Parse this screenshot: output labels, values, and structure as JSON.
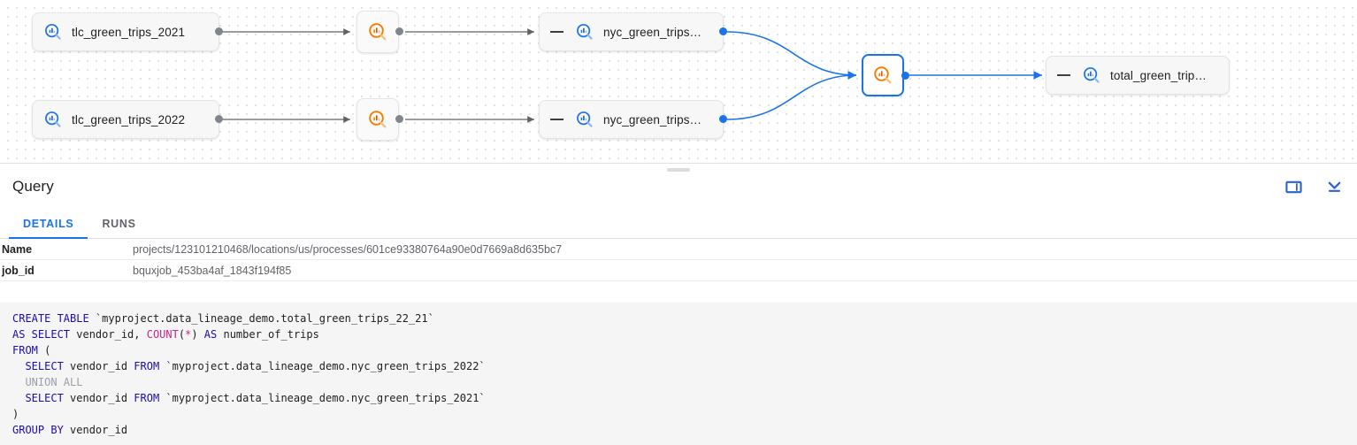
{
  "canvas": {
    "name": "data-lineage-graph",
    "nodes": [
      {
        "id": "tlc2021",
        "type": "table",
        "label": "tlc_green_trips_2021",
        "icon": "bigquery-table-icon",
        "collapsible": false,
        "selected": false
      },
      {
        "id": "tlc2022",
        "type": "table",
        "label": "tlc_green_trips_2022",
        "icon": "bigquery-table-icon",
        "collapsible": false,
        "selected": false
      },
      {
        "id": "proc1",
        "type": "process",
        "label": "",
        "icon": "lineage-process-icon",
        "selected": false
      },
      {
        "id": "proc2",
        "type": "process",
        "label": "",
        "icon": "lineage-process-icon",
        "selected": false
      },
      {
        "id": "nyc2021",
        "type": "table",
        "label": "nyc_green_trips…",
        "icon": "bigquery-table-icon",
        "collapsible": true,
        "selected": false
      },
      {
        "id": "nyc2022",
        "type": "table",
        "label": "nyc_green_trips…",
        "icon": "bigquery-table-icon",
        "collapsible": true,
        "selected": false
      },
      {
        "id": "proc3",
        "type": "process",
        "label": "",
        "icon": "lineage-process-icon",
        "selected": true
      },
      {
        "id": "total",
        "type": "table",
        "label": "total_green_trip…",
        "icon": "bigquery-table-icon",
        "collapsible": true,
        "selected": false
      }
    ],
    "colors": {
      "process_accent": "#F57C00",
      "table_accent": "#1a73e8",
      "edge_default": "#5f6368",
      "edge_highlight": "#1a73e8",
      "node_bg": "#f7f7f7"
    }
  },
  "panel": {
    "title": "Query",
    "drag_handle": "resize-handle",
    "actions": [
      {
        "name": "split-panel-icon",
        "label": "Toggle side panel"
      },
      {
        "name": "collapse-panel-icon",
        "label": "Collapse panel"
      }
    ],
    "tabs": [
      {
        "id": "details",
        "label": "DETAILS",
        "active": true
      },
      {
        "id": "runs",
        "label": "RUNS",
        "active": false
      }
    ],
    "details": [
      {
        "key": "Name",
        "value": "projects/123101210468/locations/us/processes/601ce93380764a90e0d7669a8d635bc7"
      },
      {
        "key": "job_id",
        "value": "bquxjob_453ba4af_1843f194f85"
      }
    ]
  },
  "code": {
    "language": "sql",
    "lines": [
      [
        {
          "t": "CREATE TABLE ",
          "c": "kw"
        },
        {
          "t": "`myproject.data_lineage_demo.total_green_trips_22_21`",
          "c": "pl"
        }
      ],
      [
        {
          "t": "AS SELECT ",
          "c": "kw"
        },
        {
          "t": "vendor_id, ",
          "c": "pl"
        },
        {
          "t": "COUNT",
          "c": "fn"
        },
        {
          "t": "(",
          "c": "pl"
        },
        {
          "t": "*",
          "c": "op"
        },
        {
          "t": ") ",
          "c": "pl"
        },
        {
          "t": "AS ",
          "c": "kw"
        },
        {
          "t": "number_of_trips",
          "c": "pl"
        }
      ],
      [
        {
          "t": "FROM",
          "c": "kw"
        },
        {
          "t": " (",
          "c": "pl"
        }
      ],
      [
        {
          "t": "  ",
          "c": "pl"
        },
        {
          "t": "SELECT ",
          "c": "kw"
        },
        {
          "t": "vendor_id ",
          "c": "pl"
        },
        {
          "t": "FROM ",
          "c": "kw"
        },
        {
          "t": "`myproject.data_lineage_demo.nyc_green_trips_2022`",
          "c": "pl"
        }
      ],
      [
        {
          "t": "  UNION ALL",
          "c": "cmt"
        }
      ],
      [
        {
          "t": "  ",
          "c": "pl"
        },
        {
          "t": "SELECT ",
          "c": "kw"
        },
        {
          "t": "vendor_id ",
          "c": "pl"
        },
        {
          "t": "FROM ",
          "c": "kw"
        },
        {
          "t": "`myproject.data_lineage_demo.nyc_green_trips_2021`",
          "c": "pl"
        }
      ],
      [
        {
          "t": ")",
          "c": "pl"
        }
      ],
      [
        {
          "t": "GROUP BY ",
          "c": "kw"
        },
        {
          "t": "vendor_id",
          "c": "pl"
        }
      ]
    ]
  }
}
